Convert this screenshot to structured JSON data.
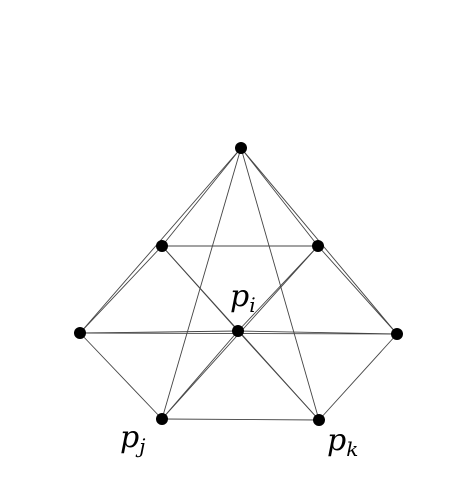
{
  "diagram": {
    "colors": {
      "background": "#ffffff",
      "edge": "#444444",
      "vertex": "#000000"
    },
    "labels": [
      {
        "id": "pi",
        "base": "p",
        "sub": "i"
      },
      {
        "id": "pj",
        "base": "p",
        "sub": "j"
      },
      {
        "id": "pk",
        "base": "p",
        "sub": "k"
      }
    ]
  }
}
